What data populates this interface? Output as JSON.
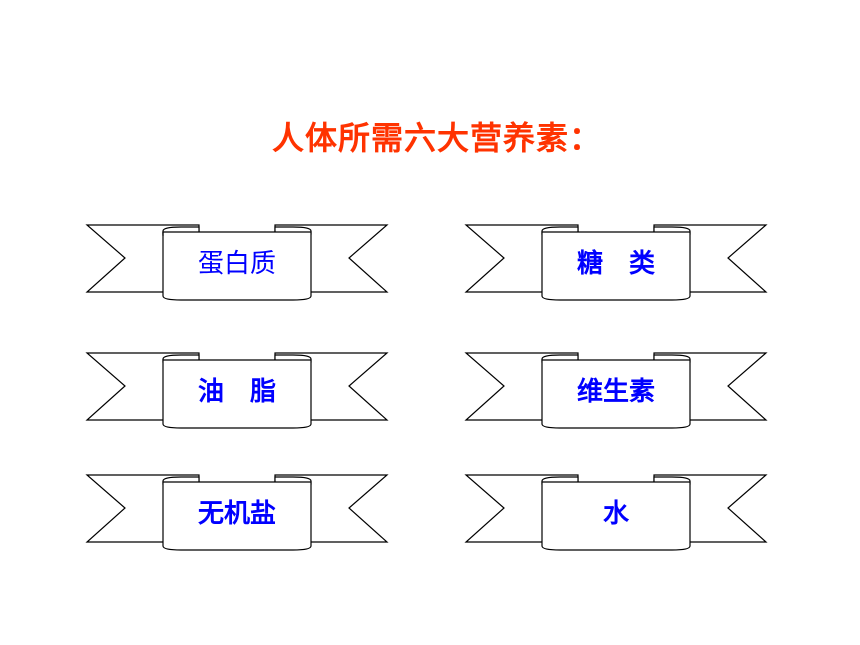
{
  "title": "人体所需六大营养素：",
  "nutrients": [
    {
      "label": "蛋白质"
    },
    {
      "label": "糖　类"
    },
    {
      "label": "油　脂"
    },
    {
      "label": "维生素"
    },
    {
      "label": "无机盐"
    },
    {
      "label": "水"
    }
  ],
  "colors": {
    "title": "#ff3300",
    "label": "#0000ff",
    "outline": "#000000"
  }
}
